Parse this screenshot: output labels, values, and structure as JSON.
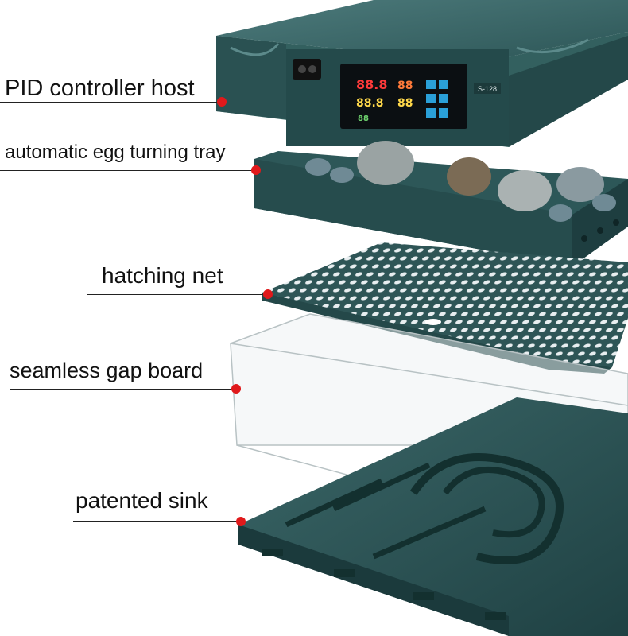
{
  "callouts": [
    {
      "label": "PID controller host"
    },
    {
      "label": "automatic egg turning tray"
    },
    {
      "label": "hatching net"
    },
    {
      "label": "seamless gap board"
    },
    {
      "label": "patented sink"
    }
  ],
  "controller": {
    "model_label": "S-128"
  },
  "colors": {
    "body": "#2f5b5c",
    "body_dark": "#1f4143",
    "marker": "#e0191b",
    "display_bg": "#0b0f12"
  }
}
